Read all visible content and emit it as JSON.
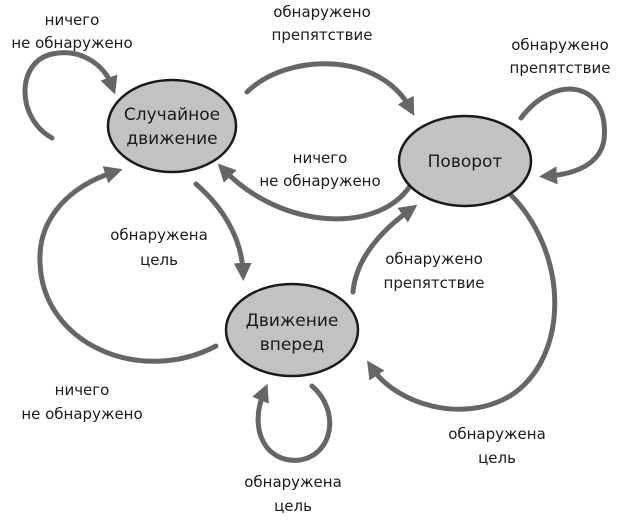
{
  "colors": {
    "state_fill": "#c2c2c2",
    "state_stroke": "#1a1a1a",
    "arrow": "#666666",
    "text": "#1a1a1a"
  },
  "states": {
    "random": {
      "line1": "Случайное",
      "line2": "движение"
    },
    "turn": {
      "line1": "Поворот"
    },
    "forward": {
      "line1": "Движение",
      "line2": "вперед"
    }
  },
  "transitions": {
    "random_self": {
      "line1": "ничего",
      "line2": "не обнаружено"
    },
    "random_to_turn": {
      "line1": "обнаружено",
      "line2": "препятствие"
    },
    "turn_self": {
      "line1": "обнаружено",
      "line2": "препятствие"
    },
    "turn_to_random": {
      "line1": "ничего",
      "line2": "не обнаружено"
    },
    "random_to_forward": {
      "line1": "обнаружена",
      "line2": "цель"
    },
    "forward_to_turn": {
      "line1": "обнаружено",
      "line2": "препятствие"
    },
    "forward_to_random": {
      "line1": "ничего",
      "line2": "не обнаружено"
    },
    "turn_to_forward": {
      "line1": "обнаружена",
      "line2": "цель"
    },
    "forward_self": {
      "line1": "обнаружена",
      "line2": "цель"
    }
  }
}
